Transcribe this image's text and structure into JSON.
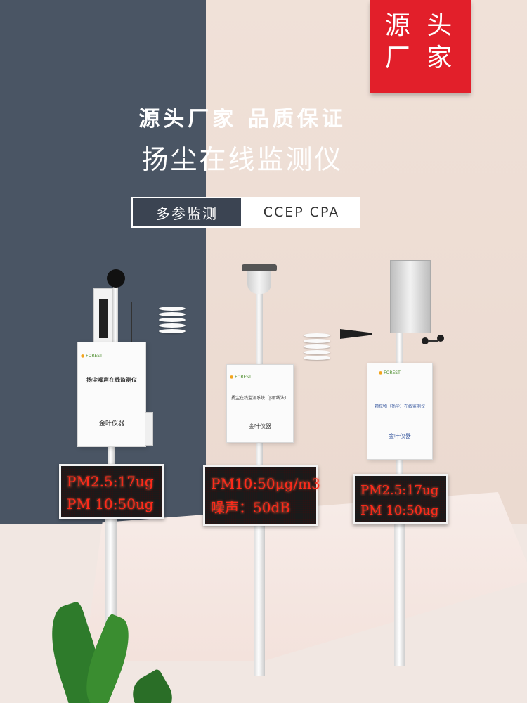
{
  "badge": {
    "line1": "源 头",
    "line2": "厂 家"
  },
  "hero": {
    "slogan": "源头厂家 品质保证",
    "title": "扬尘在线监测仪"
  },
  "tags": {
    "left": "多参监测",
    "right": "CCEP CPA"
  },
  "devices": [
    {
      "brand": "FOREST",
      "cabinet_title": "扬尘噪声在线监测仪",
      "maker": "金叶仪器",
      "led_line1": "PM2.5:17ug",
      "led_line2": "PM 10:50ug"
    },
    {
      "brand": "FOREST",
      "cabinet_title": "扬尘在线监测系统（β射线法）",
      "maker": "金叶仪器",
      "led_line1": "PM10:50μg/m3",
      "led_line2": "噪声：50dB"
    },
    {
      "brand": "FOREST",
      "cabinet_title": "颗粒物（扬尘）在线监测仪",
      "maker": "金叶仪器",
      "led_line1": "PM2.5:17ug",
      "led_line2": "PM 10:50ug"
    }
  ],
  "colors": {
    "badge": "#e21f2a",
    "led_text": "#ff2a1a",
    "panel_left": "#4a5564",
    "panel_right": "#ecdcd3"
  }
}
